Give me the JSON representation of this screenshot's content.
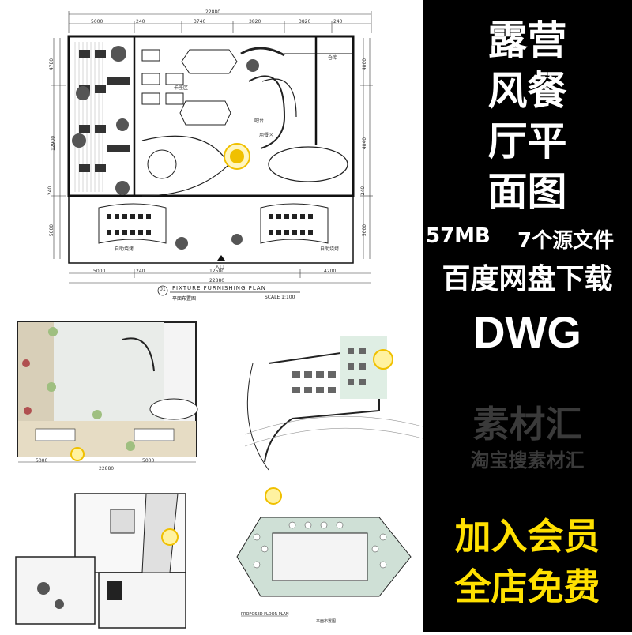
{
  "promo": {
    "title_lines": [
      "露营",
      "风餐",
      "厅平",
      "面图"
    ],
    "size": "57MB",
    "files": "7个源文件",
    "download": "百度网盘下载",
    "format": "DWG",
    "watermark_main": "素材汇",
    "watermark_sub": "淘宝搜素材汇",
    "member_line1": "加入会员",
    "member_line2": "全店免费"
  },
  "plan1": {
    "overall_dim": "22880",
    "top_dims": [
      "5000",
      "240",
      "3740",
      "3820",
      "3820",
      "240"
    ],
    "bottom_dims": [
      "5000",
      "240",
      "12500",
      "4200"
    ],
    "bottom_total": "22880",
    "left_dims": [
      "4780",
      "12900",
      "240",
      "5000"
    ],
    "right_dims": [
      "4800",
      "4840",
      "240",
      "5000"
    ],
    "room_labels": [
      "仓库",
      "吧台",
      "用餐区",
      "卡座区",
      "自助烧烤",
      "自助烧烤",
      "入口"
    ],
    "title": "FIXTURE FURNISHING PLAN",
    "subtitle": "平面布置图",
    "scale": "SCALE 1:100",
    "plan_no": "01"
  },
  "plan2": {
    "dims": [
      "5000",
      "5000",
      "22880"
    ]
  },
  "plan5": {
    "title": "PROPOSED FLOOR PLAN",
    "subtitle": "平面布置图"
  },
  "colors": {
    "accent": "#ffe000",
    "background_promo": "#000000",
    "tan": "#d8cfb8",
    "green_floor": "#cfe0d6"
  },
  "icons": [
    "logo-badge-icon",
    "tree-icon",
    "chair-icon",
    "table-icon"
  ]
}
